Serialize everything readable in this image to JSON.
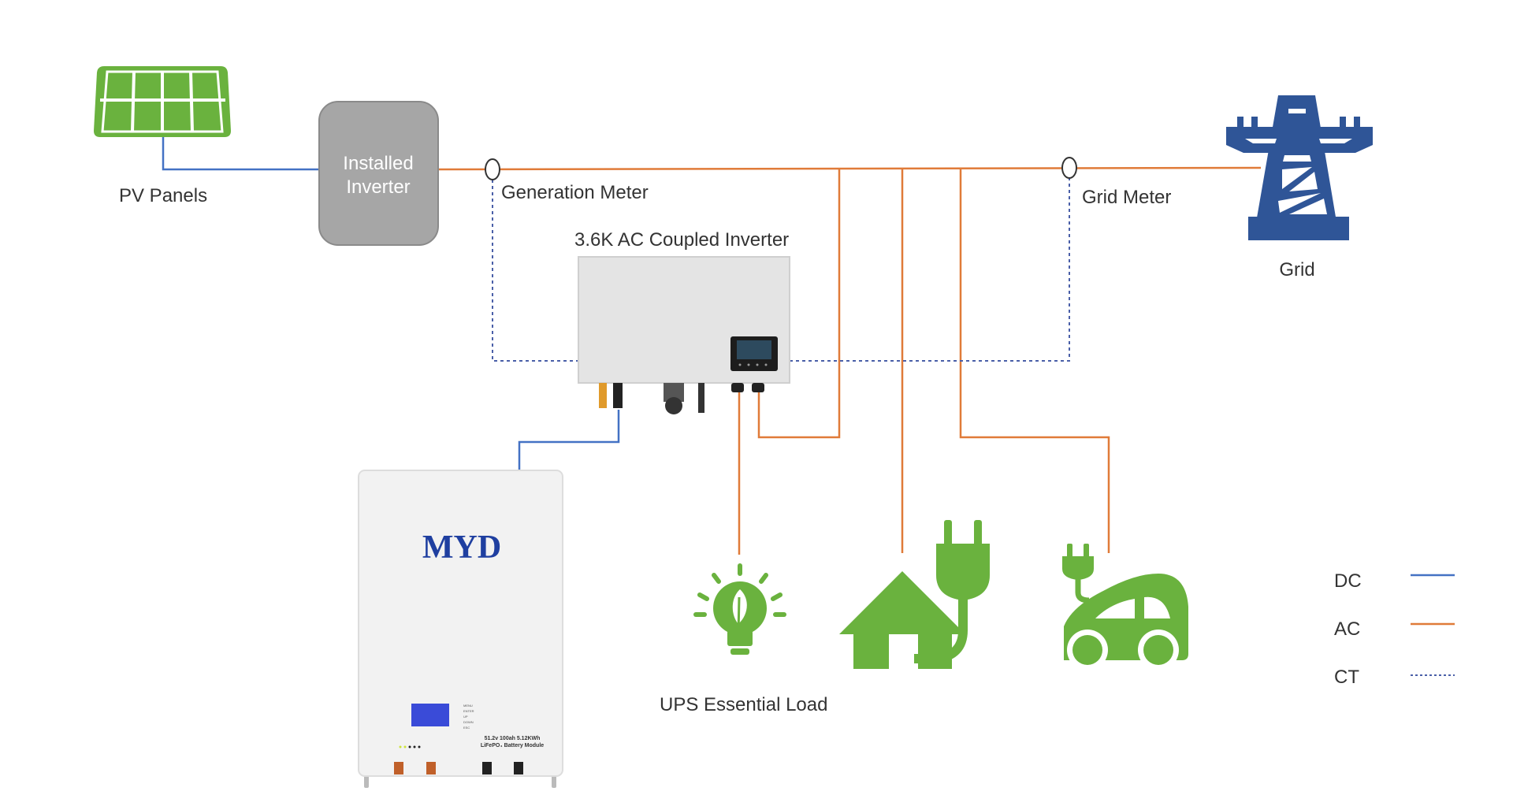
{
  "colors": {
    "dc": "#4472c4",
    "ac": "#e07b39",
    "ct": "#4a5fa8",
    "icon_green": "#6ab23e",
    "grid_blue": "#2f5597",
    "installed_inverter": "#a6a6a6"
  },
  "nodes": {
    "pv_panels": {
      "label": "PV Panels",
      "icon": "solar-panel-icon"
    },
    "installed_inverter": {
      "label_line1": "Installed",
      "label_line2": "Inverter"
    },
    "generation_meter": {
      "label": "Generation Meter"
    },
    "ac_inverter": {
      "label": "3.6K AC Coupled Inverter"
    },
    "grid_meter": {
      "label": "Grid Meter"
    },
    "grid": {
      "label": "Grid",
      "icon": "transmission-tower-icon"
    },
    "battery": {
      "brand": "MYD",
      "spec_line1": "51.2v 100ah 5.12KWh",
      "spec_line2": "LiFePO₄ Battery Module",
      "buttons": [
        "MENU",
        "ENTER",
        "UP",
        "DOWN",
        "ESC"
      ]
    },
    "ups_load": {
      "label": "UPS Essential Load",
      "icon": "lightbulb-icon"
    },
    "home": {
      "icon": "house-plug-icon"
    },
    "ev": {
      "icon": "electric-car-icon"
    }
  },
  "legend": [
    {
      "label": "DC",
      "style": "solid",
      "color": "#4472c4"
    },
    {
      "label": "AC",
      "style": "solid",
      "color": "#e07b39"
    },
    {
      "label": "CT",
      "style": "dotted",
      "color": "#4a5fa8"
    }
  ]
}
